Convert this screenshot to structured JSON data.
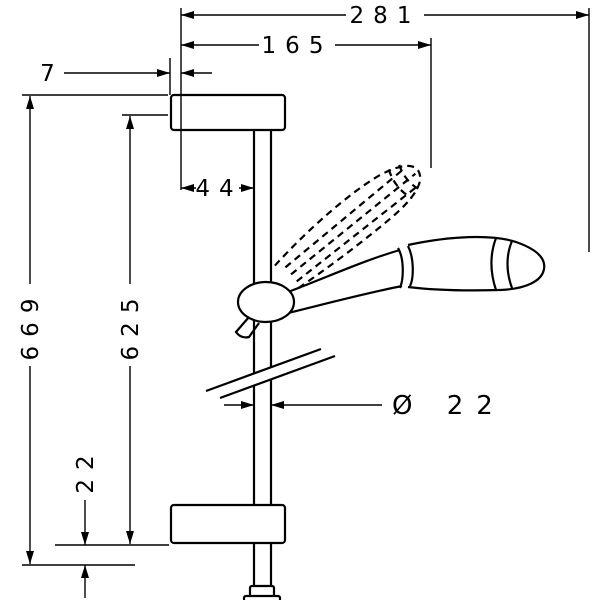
{
  "colors": {
    "line": "#000000",
    "background": "#ffffff"
  },
  "dimensions": {
    "width_overall": {
      "value": "281"
    },
    "width_mid": {
      "value": "165"
    },
    "wall_offset": {
      "value": "7"
    },
    "rail_offset": {
      "value": "44"
    },
    "height_overall": {
      "value": "669"
    },
    "height_holes": {
      "value": "625"
    },
    "bottom_gap": {
      "value": "22"
    },
    "rail_diameter": {
      "value": "Ø 22"
    }
  }
}
